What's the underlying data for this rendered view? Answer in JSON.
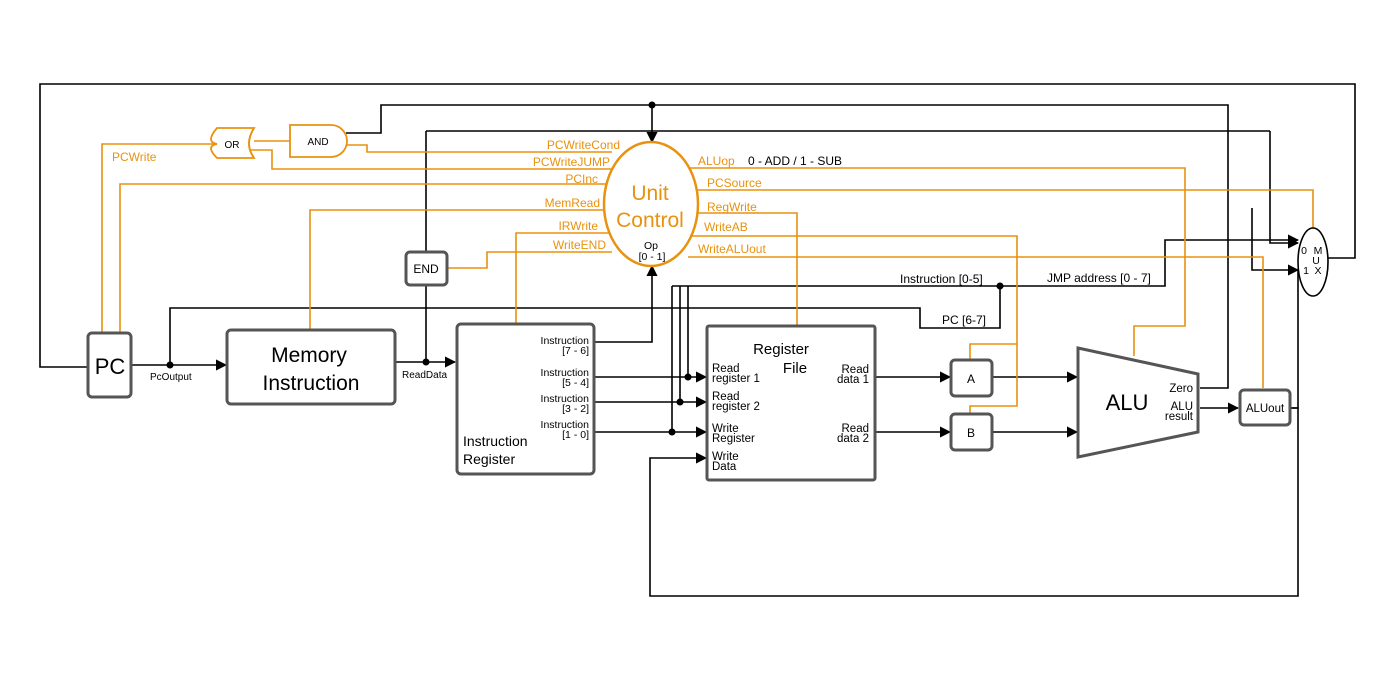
{
  "blocks": {
    "pc": "PC",
    "memory_line1": "Memory",
    "memory_line2": "Instruction",
    "ir_line1": "Instruction",
    "ir_line2": "Register",
    "rf_line1": "Register",
    "rf_line2": "File",
    "a": "A",
    "b": "B",
    "alu": "ALU",
    "aluout": "ALUout",
    "end": "END",
    "and": "AND",
    "or": "OR",
    "unit_line1": "Unit",
    "unit_line2": "Control",
    "mux": [
      "0",
      "M",
      "U",
      "1",
      "X"
    ]
  },
  "unit_ports": {
    "op": "Op",
    "op_range": "[0 - 1]"
  },
  "ir_ports": [
    [
      "Instruction",
      "[7 - 6]"
    ],
    [
      "Instruction",
      "[5 - 4]"
    ],
    [
      "Instruction",
      "[3 - 2]"
    ],
    [
      "Instruction",
      "[1 - 0]"
    ]
  ],
  "rf_ports": {
    "read_reg1": [
      "Read",
      "register 1"
    ],
    "read_reg2": [
      "Read",
      "register 2"
    ],
    "write_reg": [
      "Write",
      "Register"
    ],
    "write_data": [
      "Write",
      "Data"
    ],
    "read_data1": [
      "Read",
      "data 1"
    ],
    "read_data2": [
      "Read",
      "data 2"
    ]
  },
  "alu_ports": {
    "zero": "Zero",
    "result": [
      "ALU",
      "result"
    ]
  },
  "signals": {
    "pcwrite": "PCWrite",
    "pcwritecond": "PCWriteCond",
    "pcwritejump": "PCWriteJUMP",
    "pcinc": "PCInc",
    "memread": "MemRead",
    "irwrite": "IRWrite",
    "writeend": "WriteEND",
    "aluop": "ALUop",
    "aluop_note": "0 - ADD / 1 - SUB",
    "pcsource": "PCSource",
    "regwrite": "RegWrite",
    "writeab": "WriteAB",
    "writealuout": "WriteALUout"
  },
  "wires": {
    "pcoutput": "PcOutput",
    "readdata": "ReadData",
    "instruction_0_5": "Instruction [0-5]",
    "jmp_address": "JMP address [0 - 7]",
    "pc_6_7": "PC [6-7]"
  },
  "colors": {
    "control": "#e8920f",
    "wire": "#000000",
    "block_border": "#555555"
  }
}
